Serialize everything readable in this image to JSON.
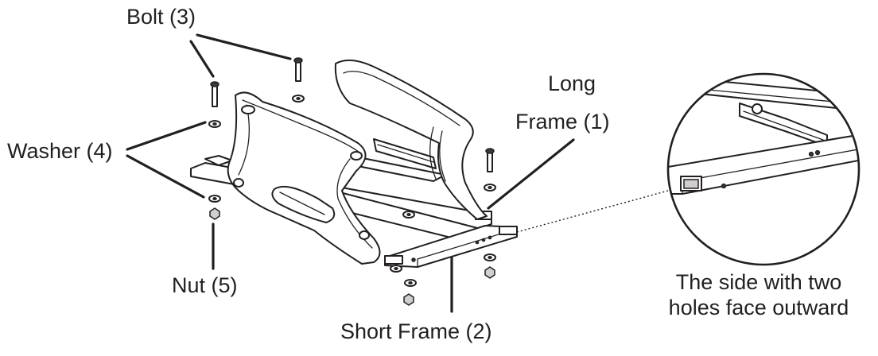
{
  "labels": {
    "bolt": "Bolt (3)",
    "washer": "Washer (4)",
    "nut": "Nut (5)",
    "long_frame_line1": "Long",
    "long_frame_line2": "Frame (1)",
    "short_frame": "Short Frame (2)",
    "note_line1": "The side with two",
    "note_line2": "holes face outward"
  },
  "colors": {
    "ink": "#231f20",
    "background": "#ffffff"
  }
}
